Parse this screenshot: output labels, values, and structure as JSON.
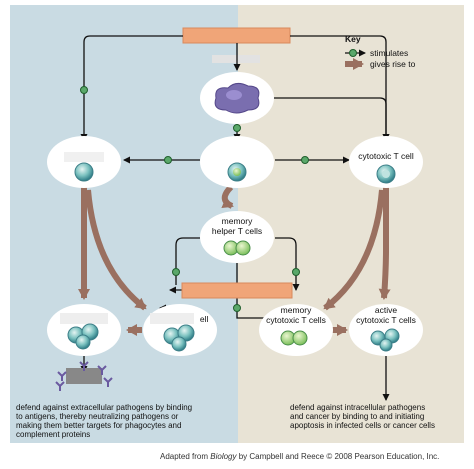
{
  "key": {
    "title": "Key",
    "stimulates": "stimulates",
    "gives_rise_to": "gives rise to"
  },
  "cells": {
    "cytotoxic_t_cell": "cytotoxic T cell",
    "memory_helper_line1": "memory",
    "memory_helper_line2": "helper T cells",
    "memory_cytotoxic_line1": "memory",
    "memory_cytotoxic_line2": "cytotoxic T cells",
    "active_cytotoxic_line1": "active",
    "active_cytotoxic_line2": "cytotoxic T cells",
    "partial_label": "B cell"
  },
  "outcomes": {
    "humoral": [
      "defend against extracellular pathogens by binding",
      "to antigens, thereby neutralizing pathogens or",
      "making them better targets for phagocytes and",
      "complement proteins"
    ],
    "cell_mediated": [
      "defend against intracellular pathogens",
      "and cancer by binding to and initiating",
      "apoptosis in infected cells or cancer cells"
    ]
  },
  "credit": {
    "prefix": "Adapted from ",
    "book": "Biology",
    "suffix": " by Campbell and Reece © 2008 Pearson Education, Inc."
  },
  "colors": {
    "left_panel": "#c9dbe3",
    "right_panel": "#e8e3d5",
    "label_box": "#f0a578",
    "gives_rise_arrow": "#9a7060",
    "stimulates_dot": "#5aa86a"
  }
}
